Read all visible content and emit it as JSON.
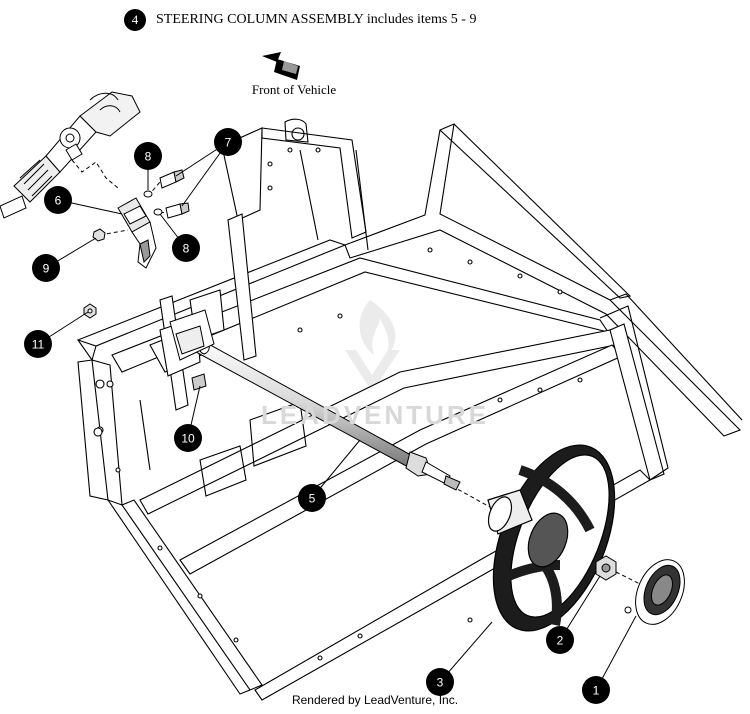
{
  "header": {
    "item_number": "4",
    "title": "STEERING COLUMN ASSEMBLY includes items 5 - 9"
  },
  "orientation_label": "Front of Vehicle",
  "footer": "Rendered by LeadVenture, Inc.",
  "watermark": "LEADVENTURE",
  "callouts": [
    {
      "id": "1",
      "part": "cap"
    },
    {
      "id": "2",
      "part": "nut"
    },
    {
      "id": "3",
      "part": "steering-wheel"
    },
    {
      "id": "5",
      "part": "steering-column-shaft"
    },
    {
      "id": "6",
      "part": "u-joint"
    },
    {
      "id": "7",
      "part": "bolt"
    },
    {
      "id": "8",
      "part": "washer"
    },
    {
      "id": "9",
      "part": "nut"
    },
    {
      "id": "10",
      "part": "bolt"
    },
    {
      "id": "11",
      "part": "nut"
    }
  ]
}
